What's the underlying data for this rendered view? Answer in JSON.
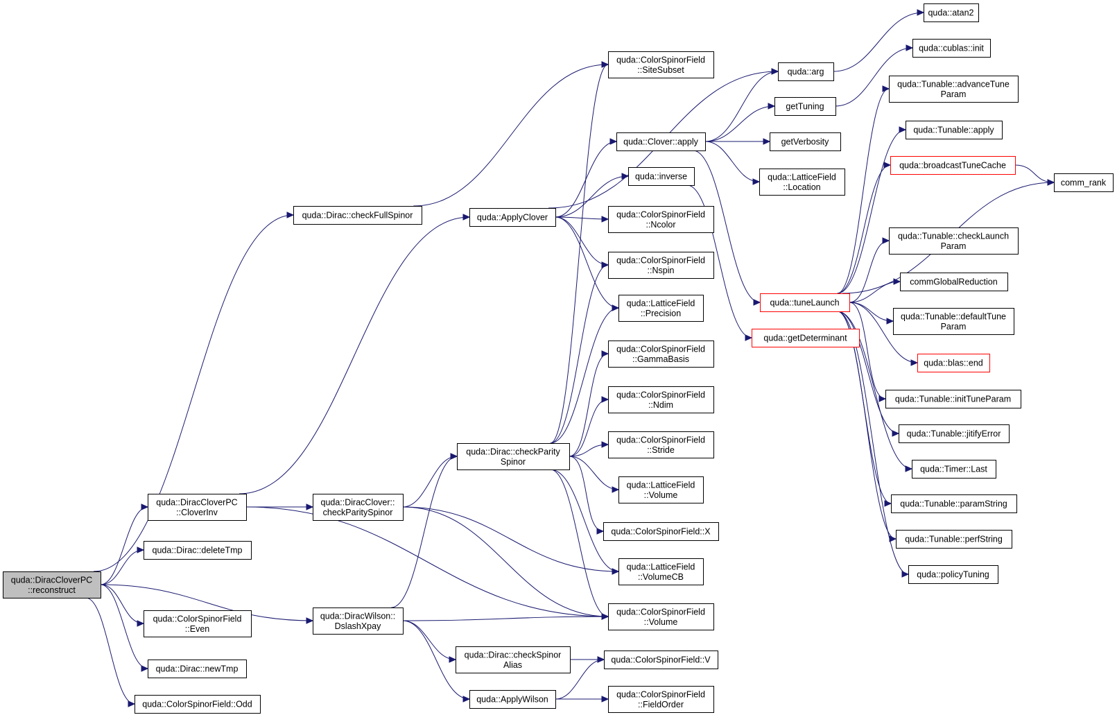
{
  "colors": {
    "edge": "#191970",
    "border": "#000000",
    "truncated_border": "#ff0000",
    "root_fill": "#bfbfbf",
    "node_fill": "#ffffff"
  },
  "nodes": [
    {
      "id": "root",
      "label": [
        "quda::DiracCloverPC",
        "::reconstruct"
      ],
      "root": true
    },
    {
      "id": "checkFullSpinor",
      "label": [
        "quda::Dirac::checkFullSpinor"
      ]
    },
    {
      "id": "CloverInv",
      "label": [
        "quda::DiracCloverPC",
        "::CloverInv"
      ]
    },
    {
      "id": "deleteTmp",
      "label": [
        "quda::Dirac::deleteTmp"
      ]
    },
    {
      "id": "Even",
      "label": [
        "quda::ColorSpinorField",
        "::Even"
      ]
    },
    {
      "id": "newTmp",
      "label": [
        "quda::Dirac::newTmp"
      ]
    },
    {
      "id": "Odd",
      "label": [
        "quda::ColorSpinorField::Odd"
      ]
    },
    {
      "id": "cloverCheckParity",
      "label": [
        "quda::DiracClover::",
        "checkParitySpinor"
      ]
    },
    {
      "id": "DslashXpay",
      "label": [
        "quda::DiracWilson::",
        "DslashXpay"
      ]
    },
    {
      "id": "ApplyClover",
      "label": [
        "quda::ApplyClover"
      ]
    },
    {
      "id": "checkParitySpinor",
      "label": [
        "quda::Dirac::checkParity",
        "Spinor"
      ]
    },
    {
      "id": "checkSpinorAlias",
      "label": [
        "quda::Dirac::checkSpinor",
        "Alias"
      ]
    },
    {
      "id": "ApplyWilson",
      "label": [
        "quda::ApplyWilson"
      ]
    },
    {
      "id": "SiteSubset",
      "label": [
        "quda::ColorSpinorField",
        "::SiteSubset"
      ]
    },
    {
      "id": "CloverApply",
      "label": [
        "quda::Clover::apply"
      ]
    },
    {
      "id": "inverse",
      "label": [
        "quda::inverse"
      ]
    },
    {
      "id": "Ncolor",
      "label": [
        "quda::ColorSpinorField",
        "::Ncolor"
      ]
    },
    {
      "id": "Nspin",
      "label": [
        "quda::ColorSpinorField",
        "::Nspin"
      ]
    },
    {
      "id": "Precision",
      "label": [
        "quda::LatticeField",
        "::Precision"
      ]
    },
    {
      "id": "GammaBasis",
      "label": [
        "quda::ColorSpinorField",
        "::GammaBasis"
      ]
    },
    {
      "id": "Ndim",
      "label": [
        "quda::ColorSpinorField",
        "::Ndim"
      ]
    },
    {
      "id": "Stride",
      "label": [
        "quda::ColorSpinorField",
        "::Stride"
      ]
    },
    {
      "id": "LFVolume",
      "label": [
        "quda::LatticeField",
        "::Volume"
      ]
    },
    {
      "id": "CSFX",
      "label": [
        "quda::ColorSpinorField::X"
      ]
    },
    {
      "id": "VolumeCB",
      "label": [
        "quda::LatticeField",
        "::VolumeCB"
      ]
    },
    {
      "id": "CSFVolume",
      "label": [
        "quda::ColorSpinorField",
        "::Volume"
      ]
    },
    {
      "id": "CSFV",
      "label": [
        "quda::ColorSpinorField::V"
      ]
    },
    {
      "id": "FieldOrder",
      "label": [
        "quda::ColorSpinorField",
        "::FieldOrder"
      ]
    },
    {
      "id": "arg",
      "label": [
        "quda::arg"
      ]
    },
    {
      "id": "getTuning",
      "label": [
        "getTuning"
      ]
    },
    {
      "id": "getVerbosity",
      "label": [
        "getVerbosity"
      ]
    },
    {
      "id": "Location",
      "label": [
        "quda::LatticeField",
        "::Location"
      ]
    },
    {
      "id": "tuneLaunch",
      "label": [
        "quda::tuneLaunch"
      ],
      "truncated": true
    },
    {
      "id": "getDeterminant",
      "label": [
        "quda::getDeterminant"
      ],
      "truncated": true
    },
    {
      "id": "atan2",
      "label": [
        "quda::atan2"
      ]
    },
    {
      "id": "cublasInit",
      "label": [
        "quda::cublas::init"
      ]
    },
    {
      "id": "advanceTune",
      "label": [
        "quda::Tunable::advanceTune",
        "Param"
      ]
    },
    {
      "id": "tunableApply",
      "label": [
        "quda::Tunable::apply"
      ]
    },
    {
      "id": "broadcastTuneCache",
      "label": [
        "quda::broadcastTuneCache"
      ],
      "truncated": true
    },
    {
      "id": "checkLaunch",
      "label": [
        "quda::Tunable::checkLaunch",
        "Param"
      ]
    },
    {
      "id": "commGlobalReduction",
      "label": [
        "commGlobalReduction"
      ]
    },
    {
      "id": "defaultTune",
      "label": [
        "quda::Tunable::defaultTune",
        "Param"
      ]
    },
    {
      "id": "blasEnd",
      "label": [
        "quda::blas::end"
      ],
      "truncated": true
    },
    {
      "id": "initTuneParam",
      "label": [
        "quda::Tunable::initTuneParam"
      ]
    },
    {
      "id": "jitifyError",
      "label": [
        "quda::Tunable::jitifyError"
      ]
    },
    {
      "id": "timerLast",
      "label": [
        "quda::Timer::Last"
      ]
    },
    {
      "id": "paramString",
      "label": [
        "quda::Tunable::paramString"
      ]
    },
    {
      "id": "perfString",
      "label": [
        "quda::Tunable::perfString"
      ]
    },
    {
      "id": "policyTuning",
      "label": [
        "quda::policyTuning"
      ]
    },
    {
      "id": "commRank",
      "label": [
        "comm_rank"
      ]
    }
  ],
  "edges": [
    [
      "root",
      "checkFullSpinor"
    ],
    [
      "root",
      "CloverInv"
    ],
    [
      "root",
      "deleteTmp"
    ],
    [
      "root",
      "Even"
    ],
    [
      "root",
      "newTmp"
    ],
    [
      "root",
      "Odd"
    ],
    [
      "root",
      "DslashXpay"
    ],
    [
      "checkFullSpinor",
      "SiteSubset"
    ],
    [
      "CloverInv",
      "ApplyClover"
    ],
    [
      "CloverInv",
      "cloverCheckParity"
    ],
    [
      "CloverInv",
      "CSFVolume"
    ],
    [
      "cloverCheckParity",
      "checkParitySpinor"
    ],
    [
      "cloverCheckParity",
      "VolumeCB"
    ],
    [
      "cloverCheckParity",
      "CSFVolume"
    ],
    [
      "DslashXpay",
      "checkParitySpinor"
    ],
    [
      "DslashXpay",
      "CSFVolume"
    ],
    [
      "DslashXpay",
      "checkSpinorAlias"
    ],
    [
      "DslashXpay",
      "ApplyWilson"
    ],
    [
      "ApplyClover",
      "arg"
    ],
    [
      "ApplyClover",
      "CloverApply"
    ],
    [
      "ApplyClover",
      "inverse"
    ],
    [
      "ApplyClover",
      "Ncolor"
    ],
    [
      "ApplyClover",
      "Nspin"
    ],
    [
      "ApplyClover",
      "Precision"
    ],
    [
      "checkParitySpinor",
      "SiteSubset"
    ],
    [
      "checkParitySpinor",
      "Nspin"
    ],
    [
      "checkParitySpinor",
      "Precision"
    ],
    [
      "checkParitySpinor",
      "GammaBasis"
    ],
    [
      "checkParitySpinor",
      "Ndim"
    ],
    [
      "checkParitySpinor",
      "Stride"
    ],
    [
      "checkParitySpinor",
      "LFVolume"
    ],
    [
      "checkParitySpinor",
      "CSFX"
    ],
    [
      "checkParitySpinor",
      "VolumeCB"
    ],
    [
      "checkParitySpinor",
      "CSFVolume"
    ],
    [
      "checkSpinorAlias",
      "CSFV"
    ],
    [
      "ApplyWilson",
      "CSFV"
    ],
    [
      "ApplyWilson",
      "FieldOrder"
    ],
    [
      "CloverApply",
      "arg"
    ],
    [
      "CloverApply",
      "getTuning"
    ],
    [
      "CloverApply",
      "getVerbosity"
    ],
    [
      "CloverApply",
      "Location"
    ],
    [
      "CloverApply",
      "tuneLaunch"
    ],
    [
      "inverse",
      "getDeterminant"
    ],
    [
      "arg",
      "atan2"
    ],
    [
      "getTuning",
      "cublasInit"
    ],
    [
      "tuneLaunch",
      "advanceTune"
    ],
    [
      "tuneLaunch",
      "tunableApply"
    ],
    [
      "tuneLaunch",
      "broadcastTuneCache"
    ],
    [
      "tuneLaunch",
      "commRank"
    ],
    [
      "tuneLaunch",
      "checkLaunch"
    ],
    [
      "tuneLaunch",
      "commGlobalReduction"
    ],
    [
      "tuneLaunch",
      "defaultTune"
    ],
    [
      "tuneLaunch",
      "blasEnd"
    ],
    [
      "tuneLaunch",
      "initTuneParam"
    ],
    [
      "tuneLaunch",
      "jitifyError"
    ],
    [
      "tuneLaunch",
      "timerLast"
    ],
    [
      "tuneLaunch",
      "paramString"
    ],
    [
      "tuneLaunch",
      "perfString"
    ],
    [
      "tuneLaunch",
      "policyTuning"
    ],
    [
      "broadcastTuneCache",
      "commRank"
    ]
  ]
}
